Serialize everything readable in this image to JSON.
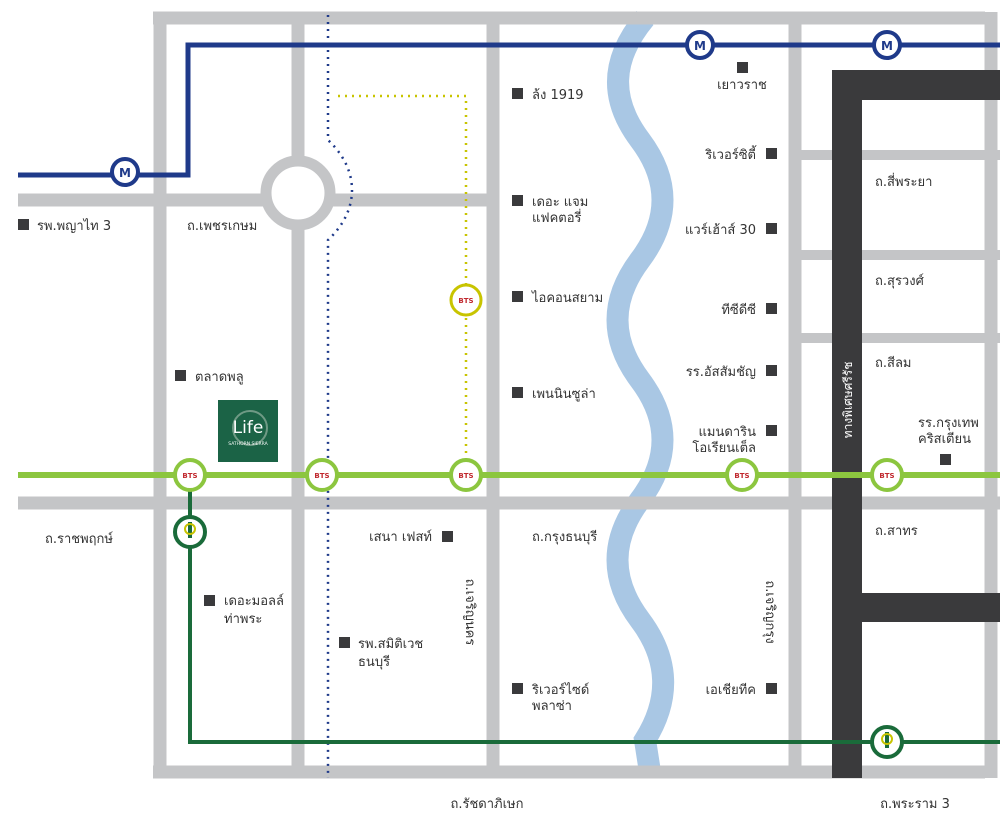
{
  "colors": {
    "road": "#c4c5c7",
    "expressway": "#3a3a3c",
    "mrt_blue": "#1f3a8a",
    "bts_light_green": "#8cc63f",
    "gold_line": "#1a6b3a",
    "gold_dotted": "#c8c400",
    "river": "#a9c7e4",
    "logo": "#1b6346"
  },
  "logo": {
    "name": "Life",
    "sub": "SATHORN SIERRA"
  },
  "stations": {
    "mrt": "M",
    "bts": "BTS"
  },
  "expressway_label": "ทางพิเศษศรีรัช",
  "labels": {
    "phyathai3": "รพ.พญาไท 3",
    "phetkasem": "ถ.เพชรเกษม",
    "talatphlu": "ตลาดพลู",
    "ratchaphruek": "ถ.ราชพฤกษ์",
    "themall1": "เดอะมอลล์",
    "themall2": "ท่าพระ",
    "sena": "เสนา เฟสท์",
    "samitivej1": "รพ.สมิติเวช",
    "samitivej2": "ธนบุรี",
    "charansanit": "ถ.เจริญนคร",
    "lhong": "ล้ง 1919",
    "jam1": "เดอะ แจม",
    "jam2": "แฟคตอรี่",
    "iconsiam": "ไอคอนสยาม",
    "peninsula": "เพนนินซูล่า",
    "krungthonburi": "ถ.กรุงธนบุรี",
    "riverside1": "ริเวอร์ไซด์",
    "riverside2": "พลาซ่า",
    "yaowarat": "เยาวราช",
    "rivercity": "ริเวอร์ซิตี้",
    "warehouse": "แวร์เฮ้าส์ 30",
    "tcdc": "ทีซีดีซี",
    "assumption": "รร.อัสสัมชัญ",
    "mandarin1": "แมนดาริน",
    "mandarin2": "โอเรียนเต็ล",
    "charoenkrung": "ถ.เจริญกรุง",
    "asiatique": "เอเชียทีค",
    "siphraya": "ถ.สี่พระยา",
    "surawong": "ถ.สุรวงศ์",
    "silom": "ถ.สีลม",
    "bcc1": "รร.กรุงเทพ",
    "bcc2": "คริสเตียน",
    "sathorn": "ถ.สาทร",
    "ratchadaphisek": "ถ.รัชดาภิเษก",
    "rama3": "ถ.พระราม 3"
  }
}
